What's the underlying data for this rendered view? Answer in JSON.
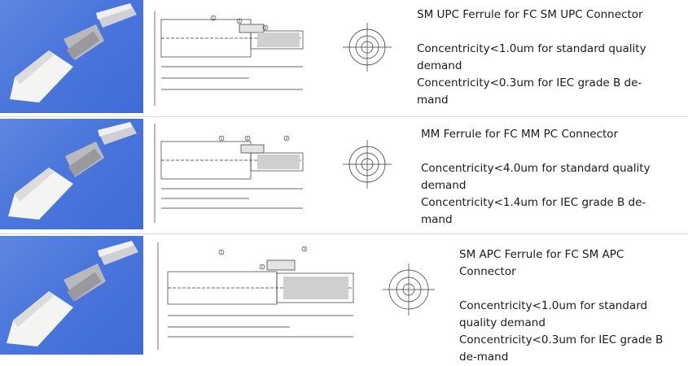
{
  "items": [
    {
      "title": "SM UPC Ferrule for FC SM UPC Connector",
      "line1": "Concentricity<1.0um for standard quality demand",
      "line2": "Concentricity<0.3um for IEC grade B de-mand",
      "drawing_callouts": [
        "1",
        "2",
        "3"
      ]
    },
    {
      "title": "MM Ferrule for FC MM PC Connector",
      "line1": "Concentricity<4.0um for standard quality demand",
      "line2": "Concentricity<1.4um for IEC grade B de-mand",
      "drawing_callouts": [
        "1",
        "2",
        "3"
      ]
    },
    {
      "title": "SM APC Ferrule for FC SM APC Connector",
      "line1": "Concentricity<1.0um for standard quality demand",
      "line2": "Concentricity<0.3um for IEC grade B de-mand",
      "drawing_callouts": [
        "1",
        "2",
        "3"
      ]
    }
  ],
  "colors": {
    "photo_bg": "#4a76dc",
    "line": "#333333"
  },
  "icons": [
    "ferrule-photo",
    "technical-drawing"
  ]
}
